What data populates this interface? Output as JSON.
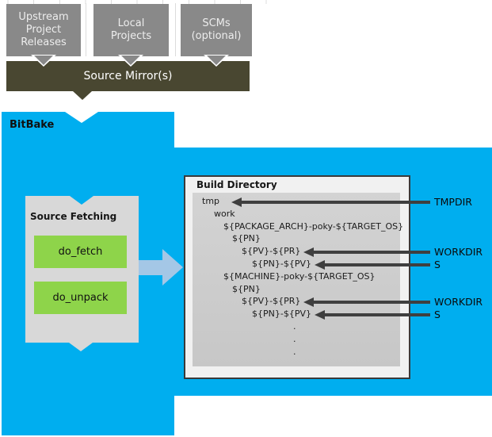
{
  "colors": {
    "blue": "#00aeef",
    "olive": "#494731",
    "boxgray": "#898989",
    "panelgray": "#d8d8d8",
    "panelwhite": "#f1f1f1",
    "green": "#8ed44a",
    "lightblue": "#a4c7e6",
    "dark": "#3f3f3f"
  },
  "sources": {
    "upstream": "Upstream\nProject\nReleases",
    "local": "Local\nProjects",
    "scms": "SCMs\n(optional)"
  },
  "mirror_label": "Source Mirror(s)",
  "bitbake_label": "BitBake",
  "source_fetching": {
    "title": "Source Fetching",
    "do_fetch": "do_fetch",
    "do_unpack": "do_unpack"
  },
  "build_directory": {
    "title": "Build Directory",
    "tree": [
      "tmp",
      "work",
      "${PACKAGE_ARCH}-poky-${TARGET_OS}",
      "${PN}",
      "${PV}-${PR}",
      "${PN}-${PV}",
      "${MACHINE}-poky-${TARGET_OS}",
      "${PN}",
      "${PV}-${PR}",
      "${PN}-${PV}",
      ".",
      ".",
      "."
    ]
  },
  "annotations": [
    {
      "label": "TMPDIR"
    },
    {
      "label": "WORKDIR"
    },
    {
      "label": "S"
    },
    {
      "label": "WORKDIR"
    },
    {
      "label": "S"
    }
  ]
}
